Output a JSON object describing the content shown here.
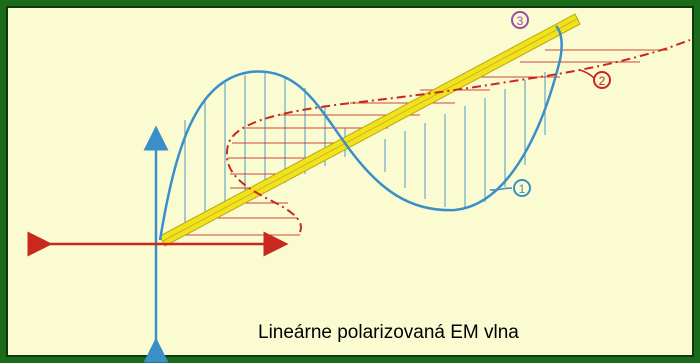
{
  "caption": "Lineárne polarizovaná EM vlna",
  "labels": {
    "wave1": "1",
    "wave2": "2",
    "wave3": "3"
  },
  "colors": {
    "background": "#fbfbd2",
    "frame": "#1a6b1a",
    "wave1": "#3a8fc8",
    "wave2": "#c8281e",
    "wave3": "#f2e21e",
    "axis_vertical": "#3a8fc8",
    "axis_horizontal": "#c8281e",
    "label3": "#9b4fa8"
  }
}
